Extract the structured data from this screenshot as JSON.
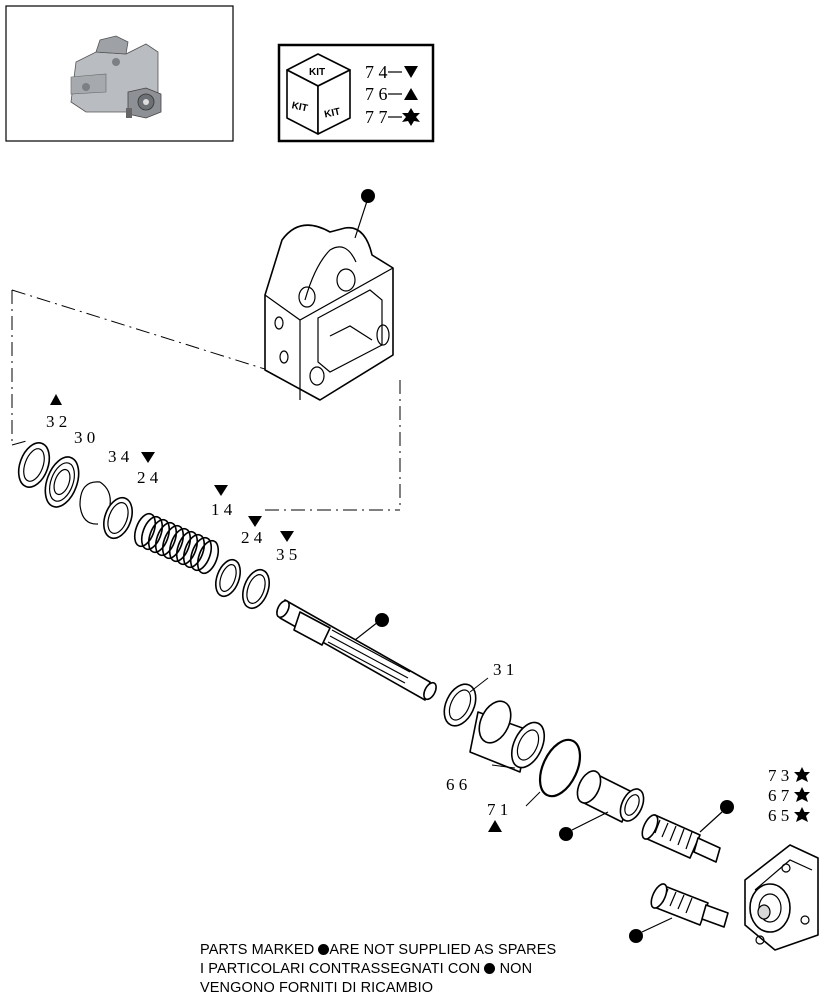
{
  "kit_legend": {
    "box_text": "KIT",
    "rows": [
      {
        "number": "7 4",
        "symbol": "triangle-down"
      },
      {
        "number": "7 6",
        "symbol": "triangle-up"
      },
      {
        "number": "7 7",
        "symbol": "star"
      }
    ]
  },
  "part_labels": [
    {
      "id": "32",
      "text": "3 2",
      "symbol": "triangle-up"
    },
    {
      "id": "30",
      "text": "3 0",
      "symbol": ""
    },
    {
      "id": "34",
      "text": "3 4",
      "symbol": "triangle-down"
    },
    {
      "id": "24a",
      "text": "2 4",
      "symbol": ""
    },
    {
      "id": "14",
      "text": "1 4",
      "symbol": "triangle-down"
    },
    {
      "id": "24b",
      "text": "2 4",
      "symbol": "triangle-down"
    },
    {
      "id": "35",
      "text": "3 5",
      "symbol": "triangle-down"
    },
    {
      "id": "31",
      "text": "3 1",
      "symbol": ""
    },
    {
      "id": "66",
      "text": "6 6",
      "symbol": ""
    },
    {
      "id": "71",
      "text": "7 1",
      "symbol": "triangle-up"
    },
    {
      "id": "73",
      "text": "7 3",
      "symbol": "star"
    },
    {
      "id": "67",
      "text": "6 7",
      "symbol": "star"
    },
    {
      "id": "65",
      "text": "6 5",
      "symbol": "star"
    }
  ],
  "note": {
    "line1_before": "PARTS MARKED ",
    "line1_after": "ARE NOT SUPPLIED AS SPARES",
    "line2_before": "I PARTICOLARI CONTRASSEGNATI CON ",
    "line2_after": " NON",
    "line3": "VENGONO FORNITI DI RICAMBIO"
  }
}
